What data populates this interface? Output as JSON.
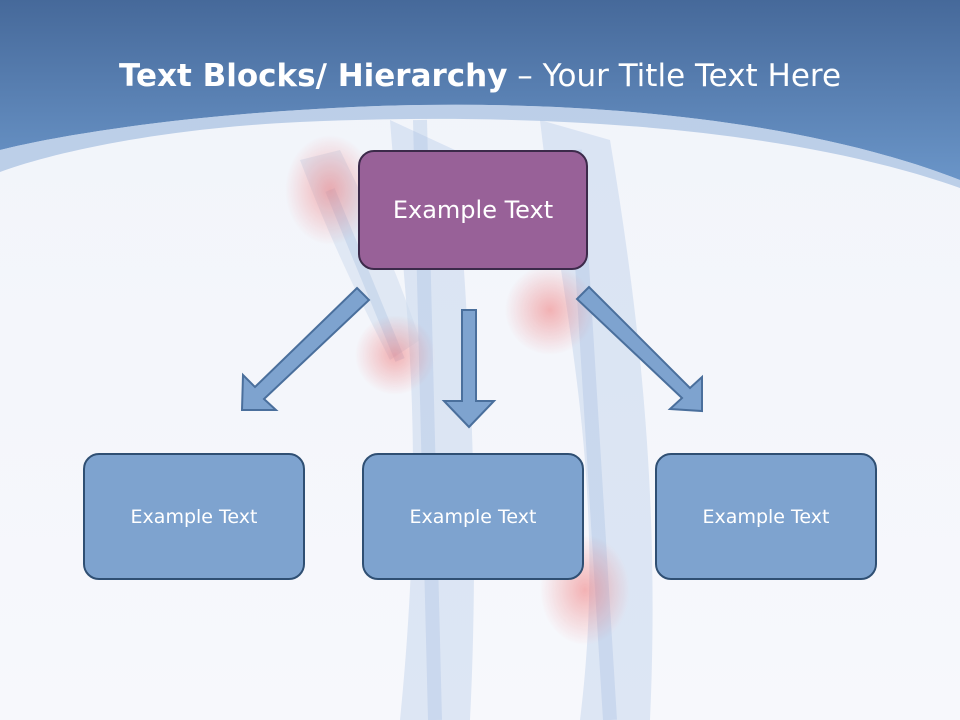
{
  "slide": {
    "title_bold": "Text Blocks/ Hierarchy",
    "title_separator": " – ",
    "title_rest": "Your Title Text Here"
  },
  "hierarchy": {
    "top": "Example Text",
    "children": [
      "Example Text",
      "Example Text",
      "Example Text"
    ]
  },
  "colors": {
    "header_blue": "#5b86bd",
    "top_box": "#986198",
    "child_box": "#7ea3cf",
    "arrow_fill": "#7ea3cf",
    "arrow_stroke": "#4a6f9c"
  },
  "background_image": "translucent-skeleton-legs-illustration"
}
